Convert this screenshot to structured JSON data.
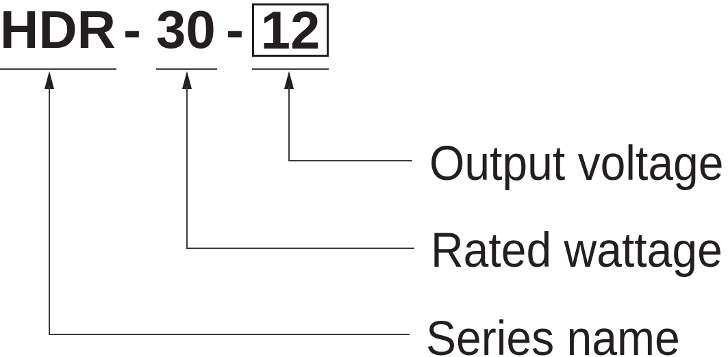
{
  "diagram": {
    "model_code": {
      "full": "HDR-30-12",
      "segments": [
        {
          "text": "HDR"
        },
        {
          "text": "-"
        },
        {
          "text": "30"
        },
        {
          "text": "-"
        },
        {
          "text": "12",
          "boxed": true
        }
      ]
    },
    "callouts": [
      {
        "label": "Output voltage",
        "points_to": "12"
      },
      {
        "label": "Rated wattage",
        "points_to": "30"
      },
      {
        "label": "Series name",
        "points_to": "HDR"
      }
    ]
  },
  "colors": {
    "ink": "#231f20",
    "line": "#3a3a3a",
    "background": "#ffffff"
  }
}
